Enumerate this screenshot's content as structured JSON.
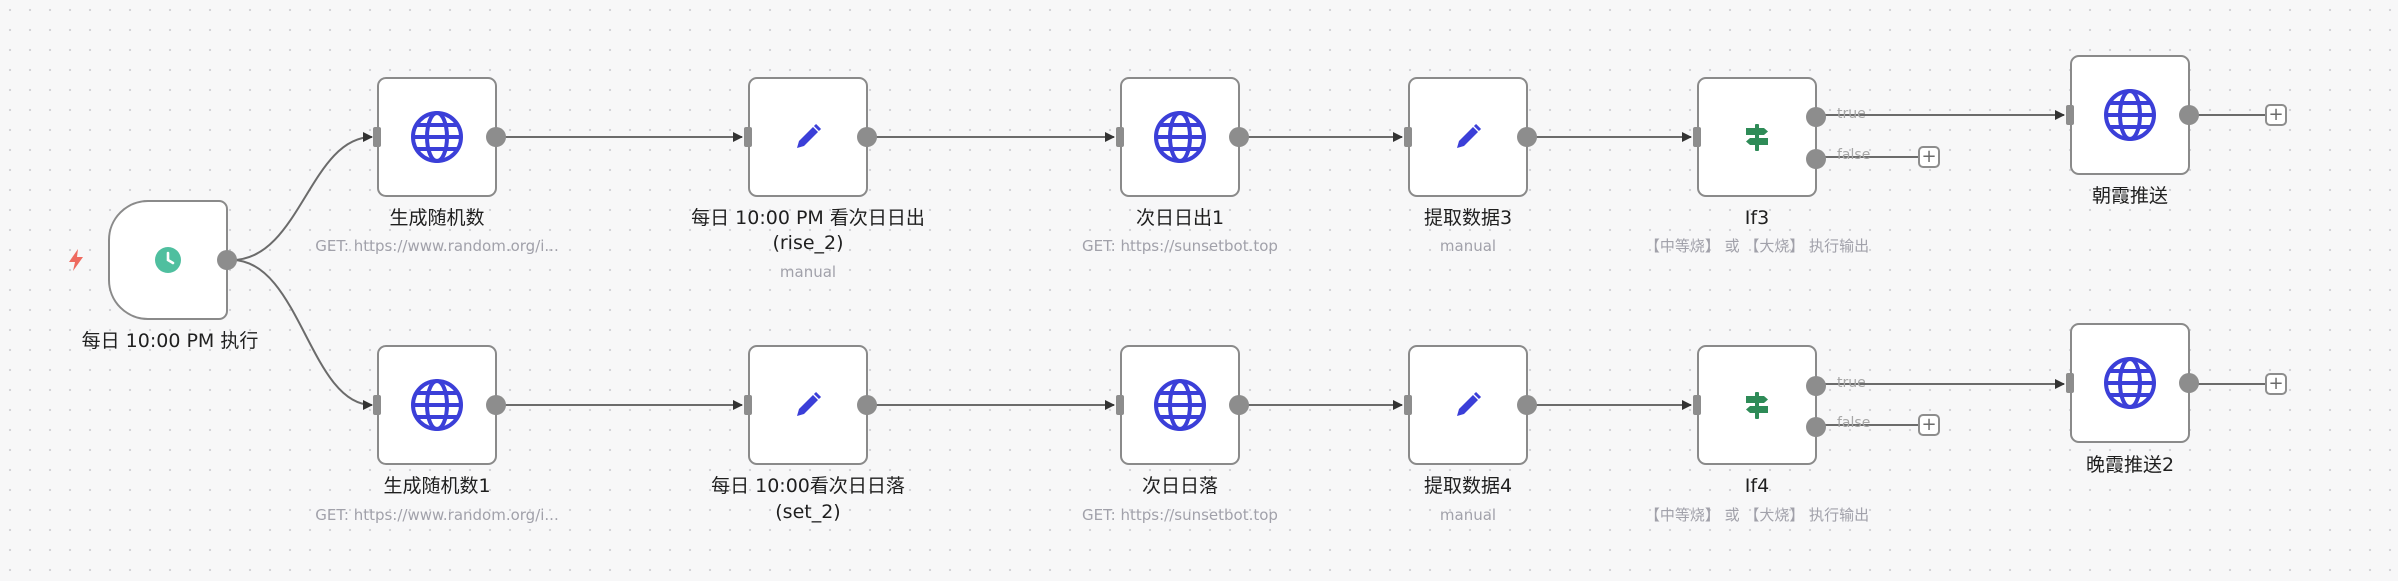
{
  "nodes": {
    "trigger": {
      "label": "每日 10:00 PM 执行",
      "icon": "clock-icon"
    },
    "random1": {
      "label": "生成随机数",
      "sub": "GET: https://www.random.org/i...",
      "icon": "globe-icon"
    },
    "rise": {
      "label": "每日 10:00 PM 看次日日出",
      "label2": "(rise_2)",
      "sub": "manual",
      "icon": "pencil-icon"
    },
    "next_rise": {
      "label": "次日日出1",
      "sub": "GET: https://sunsetbot.top",
      "icon": "globe-icon"
    },
    "extract3": {
      "label": "提取数据3",
      "sub": "manual",
      "icon": "pencil-icon"
    },
    "if3": {
      "label": "If3",
      "sub": "【中等烧】 或 【大烧】 执行输出",
      "icon": "signpost-icon",
      "true_label": "true",
      "false_label": "false"
    },
    "morning_push": {
      "label": "朝霞推送",
      "icon": "globe-icon"
    },
    "random2": {
      "label": "生成随机数1",
      "sub": "GET: https://www.random.org/i...",
      "icon": "globe-icon"
    },
    "set": {
      "label": "每日 10:00看次日日落",
      "label2": "(set_2)",
      "icon": "pencil-icon"
    },
    "next_set": {
      "label": "次日日落",
      "sub": "GET: https://sunsetbot.top",
      "icon": "globe-icon"
    },
    "extract4": {
      "label": "提取数据4",
      "sub": "manual",
      "icon": "pencil-icon"
    },
    "if4": {
      "label": "If4",
      "sub": "【中等烧】 或 【大烧】 执行输出",
      "icon": "signpost-icon",
      "true_label": "true",
      "false_label": "false"
    },
    "evening_push": {
      "label": "晚霞推送2",
      "icon": "globe-icon"
    }
  },
  "add_symbol": "+",
  "colors": {
    "globe": "#3b3fd8",
    "pencil": "#3b3fd8",
    "clock": "#4fbf9f",
    "signpost": "#2e8b57",
    "bolt": "#ee6a5f",
    "edge": "#6b6b6b",
    "node_border": "#8a8a8a"
  }
}
